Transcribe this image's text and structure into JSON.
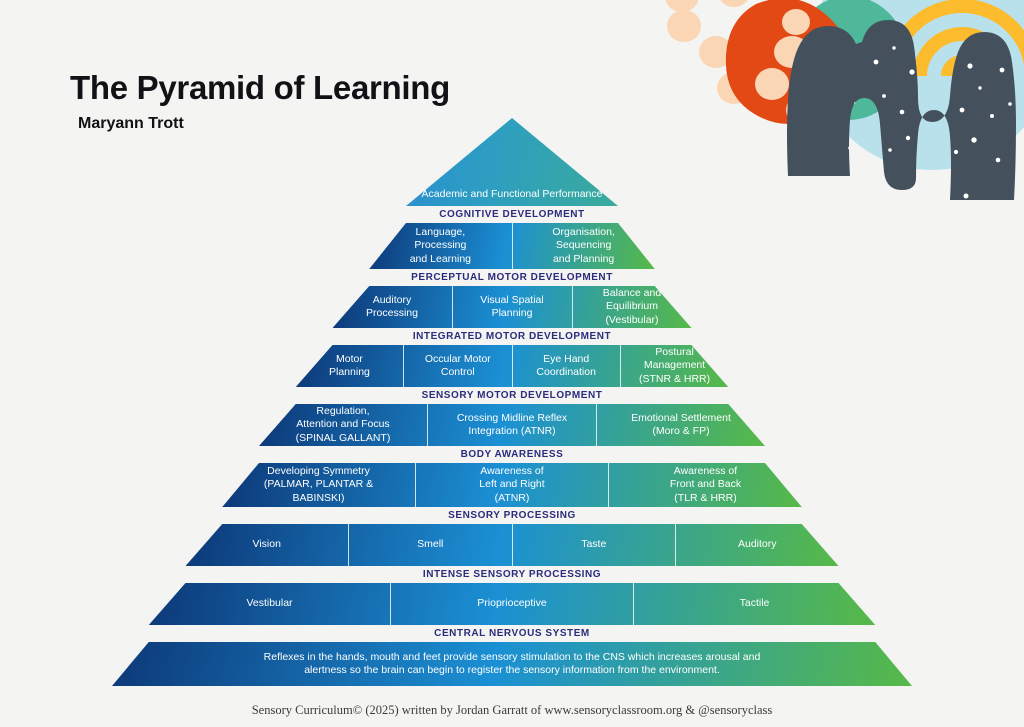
{
  "title": "The Pyramid of Learning",
  "author": "Maryann Trott",
  "footer": "Sensory Curriculum© (2025) written by Jordan Garratt of www.sensoryclassroom.org & @sensoryclass",
  "colors": {
    "background": "#f4f4f2",
    "label_text": "#2b2c7c",
    "gradient_start": "#0d3878",
    "gradient_mid": "#1b90d4",
    "gradient_end": "#57b947",
    "decor_orange": "#e24914",
    "decor_teal": "#4fb79a",
    "decor_lightblue": "#b9e1eb",
    "decor_yellow": "#fcbc2d",
    "decor_slate": "#44515c",
    "decor_peach": "#fbd6b4"
  },
  "apex": {
    "label": "COGNITIVE DEVELOPMENT",
    "lines": [
      "Academic",
      "and",
      "Functional",
      "Performance"
    ]
  },
  "tiers": [
    {
      "label": "PERCEPTUAL MOTOR DEVELOPMENT",
      "cells": [
        {
          "lines": [
            "Language,",
            "Processing",
            "and Learning"
          ]
        },
        {
          "lines": [
            "Organisation,",
            "Sequencing",
            "and Planning"
          ]
        }
      ]
    },
    {
      "label": "INTEGRATED MOTOR DEVELOPMENT",
      "cells": [
        {
          "lines": [
            "Auditory",
            "Processing"
          ]
        },
        {
          "lines": [
            "Visual Spatial",
            "Planning"
          ]
        },
        {
          "lines": [
            "Balance and",
            "Equilibrium",
            "(Vestibular)"
          ]
        }
      ]
    },
    {
      "label": "SENSORY MOTOR DEVELOPMENT",
      "cells": [
        {
          "lines": [
            "Motor",
            "Planning"
          ]
        },
        {
          "lines": [
            "Occular Motor",
            "Control"
          ]
        },
        {
          "lines": [
            "Eye Hand",
            "Coordination"
          ]
        },
        {
          "lines": [
            "Postural",
            "Management",
            "(STNR & HRR)"
          ]
        }
      ]
    },
    {
      "label": "BODY AWARENESS",
      "cells": [
        {
          "lines": [
            "Regulation,",
            "Attention and Focus",
            "(SPINAL GALLANT)"
          ]
        },
        {
          "lines": [
            "Crossing Midline Reflex",
            "Integration (ATNR)"
          ]
        },
        {
          "lines": [
            "Emotional Settlement",
            "(Moro & FP)"
          ]
        }
      ]
    },
    {
      "label": "SENSORY PROCESSING",
      "cells": [
        {
          "lines": [
            "Developing Symmetry",
            "(PALMAR, PLANTAR &",
            "BABINSKI)"
          ]
        },
        {
          "lines": [
            "Awareness of",
            "Left and Right",
            "(ATNR)"
          ]
        },
        {
          "lines": [
            "Awareness of",
            "Front and Back",
            "(TLR & HRR)"
          ]
        }
      ]
    },
    {
      "label": "INTENSE SENSORY PROCESSING",
      "cells": [
        {
          "lines": [
            "Vision"
          ]
        },
        {
          "lines": [
            "Smell"
          ]
        },
        {
          "lines": [
            "Taste"
          ]
        },
        {
          "lines": [
            "Auditory"
          ]
        }
      ]
    },
    {
      "label": "CENTRAL NERVOUS SYSTEM",
      "cells": [
        {
          "lines": [
            "Vestibular"
          ]
        },
        {
          "lines": [
            "Prioprioceptive"
          ]
        },
        {
          "lines": [
            "Tactile"
          ]
        }
      ]
    },
    {
      "label": "",
      "cells": [
        {
          "lines": [
            "Reflexes in the hands, mouth and feet provide sensory stimulation to the CNS which increases arousal and",
            "alertness so the brain can begin to register the sensory information from the environment."
          ]
        }
      ]
    }
  ]
}
